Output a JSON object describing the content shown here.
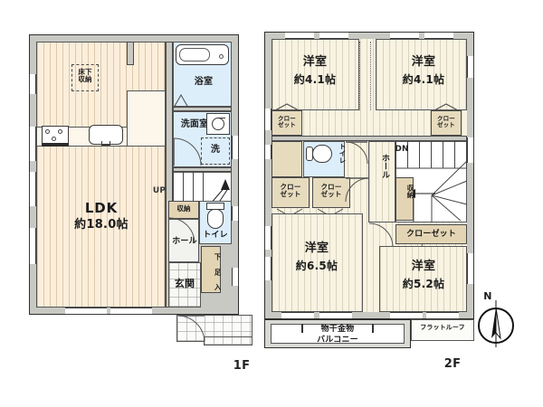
{
  "document": {
    "type": "japanese-floor-plan",
    "floors": [
      "1F",
      "2F"
    ]
  },
  "floor1": {
    "label": "1F",
    "rooms": [
      {
        "name": "LDK",
        "size": "約18.0帖"
      },
      {
        "name": "浴室",
        "size": ""
      },
      {
        "name": "洗面室",
        "size": ""
      },
      {
        "name": "トイレ",
        "size": ""
      },
      {
        "name": "ホール",
        "size": ""
      },
      {
        "name": "玄関",
        "size": ""
      }
    ],
    "ldk": {
      "name": "LDK",
      "size": "約18.0帖"
    },
    "bath": "浴室",
    "washroom": "洗面室",
    "laundry": "洗",
    "toilet": "トイレ",
    "hall": "ホール",
    "entrance": "玄関",
    "underfloor_storage": "床下\n収納",
    "storage": "収納",
    "shoe_cabinet": "下\n足\n入",
    "stairs_direction": "UP"
  },
  "floor2": {
    "label": "2F",
    "rooms": [
      {
        "name": "洋室",
        "size": "約4.1帖"
      },
      {
        "name": "洋室",
        "size": "約4.1帖"
      },
      {
        "name": "洋室",
        "size": "約6.5帖"
      },
      {
        "name": "洋室",
        "size": "約5.2帖"
      }
    ],
    "room_top_left": {
      "name": "洋室",
      "size": "約4.1帖"
    },
    "room_top_right": {
      "name": "洋室",
      "size": "約4.1帖"
    },
    "room_bottom_left": {
      "name": "洋室",
      "size": "約6.5帖"
    },
    "room_bottom_right": {
      "name": "洋室",
      "size": "約5.2帖"
    },
    "closets": [
      "クロー\nゼット",
      "クロー\nゼット",
      "クロー\nゼット",
      "クロー\nゼット",
      "クローゼット"
    ],
    "closet_tl": "クロー\nゼット",
    "closet_tr": "クロー\nゼット",
    "closet_ml": "クロー\nゼット",
    "closet_mr": "クロー\nゼット",
    "closet_wide": "クローゼット",
    "toilet": "トイレ",
    "hall": "ホール",
    "storage": "収納",
    "stairs_direction": "DN",
    "balcony": "バルコニー",
    "laundry_hanger": "物干金物",
    "flat_roof": "フラットルーフ"
  },
  "compass": {
    "label": "N",
    "name": "north-compass"
  },
  "colors": {
    "floor_wood": "#fbeedb",
    "floor_wood_2f": "#f8f3e2",
    "water_room": "#ddeefb",
    "storage": "#e3d5b4",
    "wall": "#c9c9c4",
    "wall_line": "#2e2e2e",
    "text": "#1b1b1b"
  }
}
